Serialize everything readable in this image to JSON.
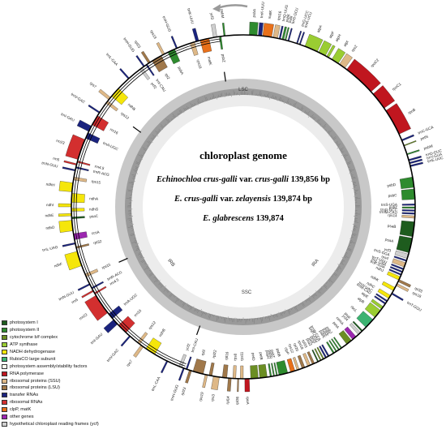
{
  "center": {
    "title": "chloroplast genome",
    "lines": [
      {
        "species": "Echinochloa crus-galli",
        "mid": " var. ",
        "var": "crus-galli",
        "bp": " 139,856 bp"
      },
      {
        "species": "E. crus-galli",
        "mid": " var. ",
        "var": "zelayensis",
        "bp": " 139,874 bp"
      },
      {
        "species": "E. glabrescens",
        "mid": "",
        "var": "",
        "bp": " 139,874"
      }
    ]
  },
  "regions": {
    "lsc": "LSC",
    "ssc": "SSC",
    "ira": "IRA",
    "irb": "IRB"
  },
  "legend": [
    {
      "label": "photosystem I",
      "color": "#1e5c1e"
    },
    {
      "label": "photosystem II",
      "color": "#2e8b2e"
    },
    {
      "label": "cytochrome b/f complex",
      "color": "#6b8e23"
    },
    {
      "label": "ATP synthase",
      "color": "#9acd32"
    },
    {
      "label": "NADH dehydrogenase",
      "color": "#f5e60a"
    },
    {
      "label": "RubisCO large subunit",
      "color": "#3cb371"
    },
    {
      "label": "photosystem assembly/stability factors",
      "color": "#fffff0"
    },
    {
      "label": "RNA polymerase",
      "color": "#c0161f"
    },
    {
      "label": "ribosomal proteins (SSU)",
      "color": "#deb887"
    },
    {
      "label": "ribosomal proteins (LSU)",
      "color": "#a0784a"
    },
    {
      "label": "transfer RNAs",
      "color": "#1a237e"
    },
    {
      "label": "ribosomal RNAs",
      "color": "#d32f2f"
    },
    {
      "label": "clpP, matK",
      "color": "#e8701a"
    },
    {
      "label": "other genes",
      "color": "#9c27b0"
    },
    {
      "label": "hypothetical chloroplast reading frames (ycf)",
      "color": "#cfcfcf"
    }
  ],
  "genes_outside": [
    {
      "name": "psbA",
      "a": 2,
      "len": 2.6,
      "color": "#2e8b2e"
    },
    {
      "name": "trnK-UUU",
      "a": 5,
      "len": 1.2,
      "color": "#1a237e"
    },
    {
      "name": "matK",
      "a": 6.5,
      "len": 3,
      "color": "#e8701a"
    },
    {
      "name": "rps16",
      "a": 10,
      "len": 1.5,
      "color": "#deb887"
    },
    {
      "name": "trnQ-UUG",
      "a": 12,
      "len": 0.5,
      "color": "#1a237e"
    },
    {
      "name": "psbK",
      "a": 13,
      "len": 0.6,
      "color": "#2e8b2e"
    },
    {
      "name": "psbI",
      "a": 14,
      "len": 0.4,
      "color": "#2e8b2e"
    },
    {
      "name": "trnS-GCU",
      "a": 15,
      "len": 0.4,
      "color": "#1a237e"
    },
    {
      "name": "trnG-UCC",
      "a": 18,
      "len": 0.4,
      "color": "#1a237e"
    },
    {
      "name": "trnR-UCU",
      "a": 19,
      "len": 0.4,
      "color": "#1a237e"
    },
    {
      "name": "atpA",
      "a": 21,
      "len": 4.5,
      "color": "#9acd32"
    },
    {
      "name": "atpF",
      "a": 26,
      "len": 2.5,
      "color": "#9acd32"
    },
    {
      "name": "atpH",
      "a": 29,
      "len": 0.8,
      "color": "#9acd32"
    },
    {
      "name": "atpI",
      "a": 31,
      "len": 2.5,
      "color": "#9acd32"
    },
    {
      "name": "rps2",
      "a": 34,
      "len": 2.2,
      "color": "#deb887"
    },
    {
      "name": "rpoC2",
      "a": 37,
      "len": 11,
      "color": "#c0161f"
    },
    {
      "name": "rpoC1",
      "a": 49,
      "len": 6,
      "color": "#c0161f"
    },
    {
      "name": "rpoB",
      "a": 56,
      "len": 9,
      "color": "#c0161f"
    },
    {
      "name": "trnC-GCA",
      "a": 67,
      "len": 0.5,
      "color": "#1a237e"
    },
    {
      "name": "petN",
      "a": 69,
      "len": 0.3,
      "color": "#6b8e23"
    },
    {
      "name": "trnT-GGU",
      "a": 120,
      "len": 0.5,
      "color": "#1a237e"
    },
    {
      "name": "psbM",
      "a": 72,
      "len": 0.4,
      "color": "#2e8b2e"
    },
    {
      "name": "trnD-GUC",
      "a": 74,
      "len": 0.5,
      "color": "#1a237e"
    },
    {
      "name": "trnY-GUA",
      "a": 75,
      "len": 0.5,
      "color": "#1a237e"
    },
    {
      "name": "trnE-UUC",
      "a": 76,
      "len": 0.5,
      "color": "#1a237e"
    },
    {
      "name": "rpl33",
      "a": 115,
      "len": 0.8,
      "color": "#a0784a"
    },
    {
      "name": "rps18",
      "a": 116.5,
      "len": 0.8,
      "color": "#deb887"
    }
  ],
  "genes_inside": [
    {
      "name": "psbD",
      "a": 80,
      "len": 3.5,
      "color": "#2e8b2e"
    },
    {
      "name": "psbC",
      "a": 84,
      "len": 3.5,
      "color": "#2e8b2e"
    },
    {
      "name": "trnS-UGA",
      "a": 89,
      "len": 0.5,
      "color": "#1a237e"
    },
    {
      "name": "psbZ",
      "a": 90,
      "len": 0.5,
      "color": "#2e8b2e"
    },
    {
      "name": "trnG-GCC",
      "a": 91,
      "len": 0.5,
      "color": "#1a237e"
    },
    {
      "name": "trnfM-CAU",
      "a": 92,
      "len": 0.5,
      "color": "#1a237e"
    },
    {
      "name": "rps14",
      "a": 93,
      "len": 0.8,
      "color": "#deb887"
    },
    {
      "name": "psaB",
      "a": 95,
      "len": 5,
      "color": "#1e5c1e"
    },
    {
      "name": "psaA",
      "a": 100.5,
      "len": 5,
      "color": "#1e5c1e"
    },
    {
      "name": "ycf3",
      "a": 106,
      "len": 1.5,
      "color": "#cfcfcf"
    },
    {
      "name": "trnS-GGA",
      "a": 108,
      "len": 0.5,
      "color": "#1a237e"
    },
    {
      "name": "rps4",
      "a": 109,
      "len": 1.5,
      "color": "#deb887"
    },
    {
      "name": "trnT-UGU",
      "a": 111,
      "len": 0.5,
      "color": "#1a237e"
    },
    {
      "name": "trnL-UAA",
      "a": 112,
      "len": 0.5,
      "color": "#1a237e"
    },
    {
      "name": "trnF-GAA",
      "a": 113,
      "len": 0.5,
      "color": "#1a237e"
    },
    {
      "name": "ndhJ",
      "a": 114,
      "len": 1.2,
      "color": "#f5e60a"
    },
    {
      "name": "ndhK",
      "a": 118,
      "len": 1.2,
      "color": "#f5e60a"
    },
    {
      "name": "ndhC",
      "a": 121,
      "len": 1.2,
      "color": "#f5e60a"
    },
    {
      "name": "trnV-UAC",
      "a": 123,
      "len": 0.5,
      "color": "#1a237e"
    },
    {
      "name": "trnM-CAU",
      "a": 124,
      "len": 0.5,
      "color": "#1a237e"
    },
    {
      "name": "atpE",
      "a": 125.5,
      "len": 1,
      "color": "#9acd32"
    },
    {
      "name": "atpB",
      "a": 127,
      "len": 3,
      "color": "#9acd32"
    },
    {
      "name": "rbcL",
      "a": 131,
      "len": 3.5,
      "color": "#3cb371"
    },
    {
      "name": "psaI",
      "a": 136,
      "len": 0.5,
      "color": "#1e5c1e"
    },
    {
      "name": "ycf4",
      "a": 137,
      "len": 1,
      "color": "#cfcfcf"
    },
    {
      "name": "cemA",
      "a": 139,
      "len": 1.5,
      "color": "#9c27b0"
    },
    {
      "name": "petA",
      "a": 141,
      "len": 2,
      "color": "#6b8e23"
    },
    {
      "name": "psbJ",
      "a": 145,
      "len": 0.4,
      "color": "#2e8b2e"
    },
    {
      "name": "psbL",
      "a": 146,
      "len": 0.4,
      "color": "#2e8b2e"
    },
    {
      "name": "psbF",
      "a": 147,
      "len": 0.4,
      "color": "#2e8b2e"
    },
    {
      "name": "psbE",
      "a": 148,
      "len": 0.5,
      "color": "#2e8b2e"
    },
    {
      "name": "trnW-CCA",
      "a": 150,
      "len": 0.5,
      "color": "#1a237e"
    },
    {
      "name": "trnP-UGG",
      "a": 151,
      "len": 0.5,
      "color": "#1a237e"
    },
    {
      "name": "petG",
      "a": 152,
      "len": 0.4,
      "color": "#6b8e23"
    },
    {
      "name": "petL",
      "a": 153,
      "len": 0.4,
      "color": "#6b8e23"
    },
    {
      "name": "psaJ",
      "a": 154,
      "len": 0.4,
      "color": "#1e5c1e"
    },
    {
      "name": "rpl33",
      "a": 155.5,
      "len": 0.8,
      "color": "#a0784a"
    },
    {
      "name": "rps18",
      "a": 157,
      "len": 1,
      "color": "#deb887"
    },
    {
      "name": "rpl20",
      "a": 159,
      "len": 1,
      "color": "#a0784a"
    },
    {
      "name": "rps12",
      "a": 161,
      "len": 0.8,
      "color": "#deb887"
    },
    {
      "name": "clpP",
      "a": 162.5,
      "len": 1.5,
      "color": "#e8701a"
    },
    {
      "name": "psbB",
      "a": 165,
      "len": 3,
      "color": "#2e8b2e"
    },
    {
      "name": "psbT",
      "a": 168.5,
      "len": 0.4,
      "color": "#2e8b2e"
    },
    {
      "name": "psbN",
      "a": 169.5,
      "len": 0.4,
      "color": "#2e8b2e"
    },
    {
      "name": "psbH",
      "a": 170.5,
      "len": 0.5,
      "color": "#2e8b2e"
    },
    {
      "name": "petB",
      "a": 172,
      "len": 2.5,
      "color": "#6b8e23"
    },
    {
      "name": "petD",
      "a": 175,
      "len": 2.5,
      "color": "#6b8e23"
    }
  ],
  "genes_lower": [
    {
      "name": "rpoA",
      "a": 178,
      "len": 1.5,
      "color": "#c0161f"
    },
    {
      "name": "rps11",
      "a": 180,
      "len": 1,
      "color": "#deb887"
    },
    {
      "name": "rpl36",
      "a": 181.5,
      "len": 0.4,
      "color": "#a0784a"
    },
    {
      "name": "rps8",
      "a": 182.5,
      "len": 1,
      "color": "#deb887"
    },
    {
      "name": "rpl14",
      "a": 184,
      "len": 1,
      "color": "#a0784a"
    },
    {
      "name": "rpl16",
      "a": 185.5,
      "len": 1.5,
      "color": "#a0784a"
    },
    {
      "name": "rps3",
      "a": 188,
      "len": 2,
      "color": "#deb887"
    },
    {
      "name": "rpl22",
      "a": 190.5,
      "len": 1,
      "color": "#a0784a"
    },
    {
      "name": "rps19",
      "a": 192,
      "len": 0.8,
      "color": "#deb887"
    },
    {
      "name": "rpl2",
      "a": 193.5,
      "len": 3.5,
      "color": "#a0784a"
    },
    {
      "name": "rpl23",
      "a": 197.5,
      "len": 0.8,
      "color": "#a0784a"
    },
    {
      "name": "trnI-CAU",
      "a": 199,
      "len": 0.5,
      "color": "#1a237e"
    },
    {
      "name": "trnH-GUG",
      "a": 200,
      "len": 0.5,
      "color": "#1a237e"
    },
    {
      "name": "ycf2",
      "a": 201,
      "len": 1,
      "color": "#cfcfcf"
    },
    {
      "name": "trnL-CAA",
      "a": 206,
      "len": 0.5,
      "color": "#1a237e"
    },
    {
      "name": "ndhB",
      "a": 211,
      "len": 3.5,
      "color": "#f5e60a"
    },
    {
      "name": "rps7",
      "a": 215.5,
      "len": 1,
      "color": "#deb887"
    },
    {
      "name": "rps12",
      "a": 217,
      "len": 1,
      "color": "#deb887"
    },
    {
      "name": "trnV-GAC",
      "a": 221,
      "len": 0.5,
      "color": "#1a237e"
    },
    {
      "name": "rrn16",
      "a": 223,
      "len": 3.5,
      "color": "#d32f2f"
    },
    {
      "name": "trnI-GAU",
      "a": 227,
      "len": 2,
      "color": "#1a237e"
    },
    {
      "name": "trnA-UGC",
      "a": 229.5,
      "len": 2,
      "color": "#1a237e"
    },
    {
      "name": "rrn23",
      "a": 232,
      "len": 7,
      "color": "#d32f2f"
    },
    {
      "name": "rrn4.5",
      "a": 239.5,
      "len": 0.5,
      "color": "#d32f2f"
    },
    {
      "name": "rrn5",
      "a": 240.5,
      "len": 0.5,
      "color": "#d32f2f"
    },
    {
      "name": "trnR-ACG",
      "a": 241.5,
      "len": 0.5,
      "color": "#1a237e"
    },
    {
      "name": "trnN-GUU",
      "a": 243,
      "len": 0.5,
      "color": "#1a237e"
    },
    {
      "name": "rps15",
      "a": 246,
      "len": 1,
      "color": "#deb887"
    },
    {
      "name": "ndhF",
      "a": 250,
      "len": 5,
      "color": "#f5e60a"
    },
    {
      "name": "rpl32",
      "a": 256,
      "len": 0.6,
      "color": "#a0784a"
    },
    {
      "name": "trnL-UAG",
      "a": 257.5,
      "len": 0.5,
      "color": "#1a237e"
    },
    {
      "name": "ccsA",
      "a": 259,
      "len": 2,
      "color": "#9c27b0"
    },
    {
      "name": "ndhD",
      "a": 262,
      "len": 3.5,
      "color": "#f5e60a"
    },
    {
      "name": "psaC",
      "a": 266,
      "len": 0.6,
      "color": "#1e5c1e"
    },
    {
      "name": "ndhE",
      "a": 267,
      "len": 0.8,
      "color": "#f5e60a"
    },
    {
      "name": "ndhG",
      "a": 268.5,
      "len": 1,
      "color": "#f5e60a"
    },
    {
      "name": "ndhI",
      "a": 270,
      "len": 1,
      "color": "#f5e60a"
    },
    {
      "name": "ndhA",
      "a": 271.5,
      "len": 3,
      "color": "#f5e60a"
    },
    {
      "name": "ndhH",
      "a": 275,
      "len": 3,
      "color": "#f5e60a"
    },
    {
      "name": "rps15",
      "a": 279,
      "len": 1,
      "color": "#deb887"
    },
    {
      "name": "trnN-GUU",
      "a": 282,
      "len": 0.5,
      "color": "#1a237e"
    },
    {
      "name": "trnR-ACG",
      "a": 283,
      "len": 0.5,
      "color": "#1a237e"
    },
    {
      "name": "rrn5",
      "a": 284,
      "len": 0.5,
      "color": "#d32f2f"
    },
    {
      "name": "rrn4.5",
      "a": 285,
      "len": 0.5,
      "color": "#d32f2f"
    },
    {
      "name": "rrn23",
      "a": 286,
      "len": 7,
      "color": "#d32f2f"
    },
    {
      "name": "trnA-UGC",
      "a": 293.5,
      "len": 2,
      "color": "#1a237e"
    },
    {
      "name": "trnI-GAU",
      "a": 296,
      "len": 2,
      "color": "#1a237e"
    },
    {
      "name": "rrn16",
      "a": 298.5,
      "len": 3.5,
      "color": "#d32f2f"
    },
    {
      "name": "trnV-GAC",
      "a": 303,
      "len": 0.5,
      "color": "#1a237e"
    },
    {
      "name": "rps12",
      "a": 307,
      "len": 1,
      "color": "#deb887"
    },
    {
      "name": "rps7",
      "a": 308.5,
      "len": 1,
      "color": "#deb887"
    },
    {
      "name": "ndhB",
      "a": 310,
      "len": 3.5,
      "color": "#f5e60a"
    },
    {
      "name": "trnL-CAA",
      "a": 318,
      "len": 0.5,
      "color": "#1a237e"
    },
    {
      "name": "ycf2",
      "a": 323,
      "len": 1,
      "color": "#cfcfcf"
    },
    {
      "name": "trnH-GUG",
      "a": 324.5,
      "len": 0.5,
      "color": "#1a237e"
    },
    {
      "name": "trnI-CAU",
      "a": 325.5,
      "len": 0.5,
      "color": "#1a237e"
    },
    {
      "name": "rpl23",
      "a": 326.5,
      "len": 0.8,
      "color": "#a0784a"
    },
    {
      "name": "rpl2",
      "a": 328,
      "len": 3.5,
      "color": "#a0784a"
    },
    {
      "name": "rps19",
      "a": 332,
      "len": 0.8,
      "color": "#deb887"
    },
    {
      "name": "psbA",
      "a": 334,
      "len": 2.5,
      "color": "#2e8b2e"
    },
    {
      "name": "trnH-GUG",
      "a": 337,
      "len": 0.5,
      "color": "#1a237e"
    },
    {
      "name": "rps16",
      "a": 342,
      "len": 1.5,
      "color": "#deb887"
    },
    {
      "name": "trnK-UUU",
      "a": 344,
      "len": 1,
      "color": "#1a237e"
    },
    {
      "name": "matK",
      "a": 345.5,
      "len": 3,
      "color": "#e8701a"
    },
    {
      "name": "ycf3",
      "a": 350,
      "len": 1.2,
      "color": "#cfcfcf"
    },
    {
      "name": "psbZ",
      "a": 352,
      "len": 0.6,
      "color": "#2e8b2e"
    },
    {
      "name": "psbM",
      "a": 353.5,
      "len": 0.5,
      "color": "#2e8b2e"
    }
  ],
  "colors": {
    "ring": "#000000",
    "gc_outer": "#c8c8c8",
    "gc_inner": "#9a9a9a",
    "gc_core": "#ececec",
    "arrow": "#9a9a9a"
  }
}
